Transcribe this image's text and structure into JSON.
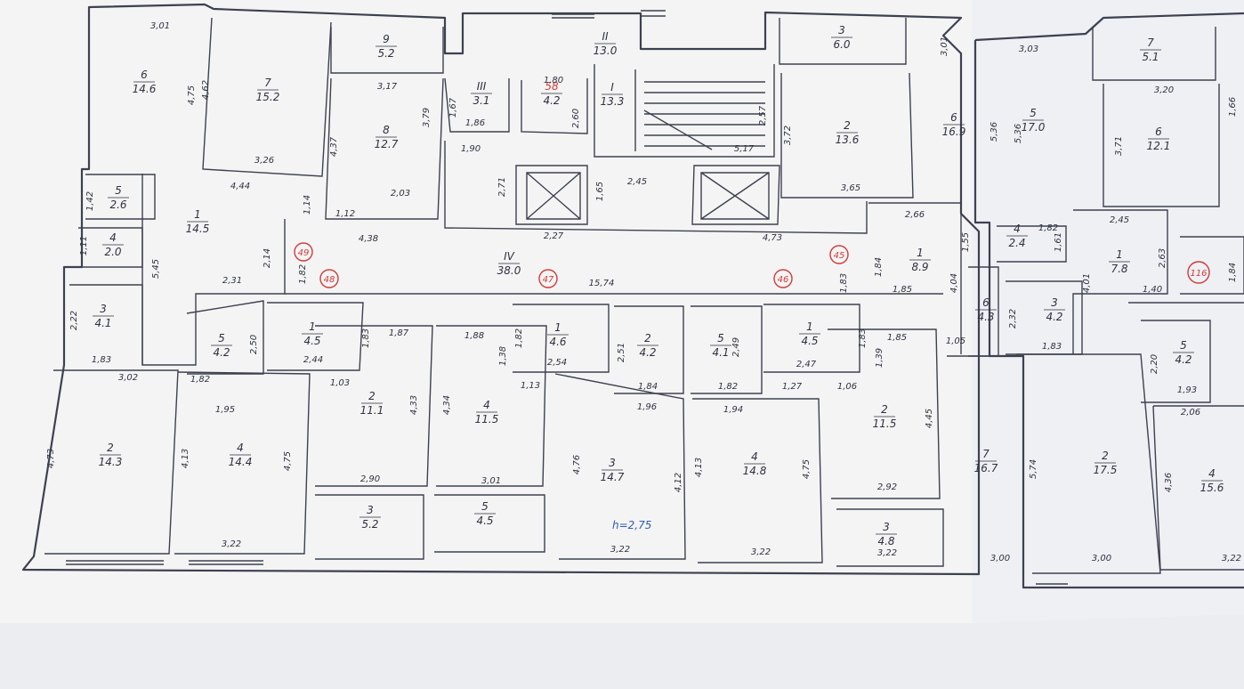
{
  "rooms": [
    {
      "no": "6",
      "area": "14.6"
    },
    {
      "no": "7",
      "area": "15.2"
    },
    {
      "no": "9",
      "area": "5.2"
    },
    {
      "no": "8",
      "area": "12.7"
    },
    {
      "no": "III",
      "area": "3.1"
    },
    {
      "no": "58",
      "area": "4.2"
    },
    {
      "no": "II",
      "area": "13.0"
    },
    {
      "no": "I",
      "area": "13.3"
    },
    {
      "no": "3",
      "area": "6.0"
    },
    {
      "no": "2",
      "area": "13.6"
    },
    {
      "no": "6",
      "area": "16.9"
    },
    {
      "no": "5",
      "area": "2.6"
    },
    {
      "no": "4",
      "area": "2.0"
    },
    {
      "no": "1",
      "area": "14.5"
    },
    {
      "no": "IV",
      "area": "38.0"
    },
    {
      "no": "1",
      "area": "8.9"
    },
    {
      "no": "3",
      "area": "4.1"
    },
    {
      "no": "5",
      "area": "4.2"
    },
    {
      "no": "1",
      "area": "4.5"
    },
    {
      "no": "1",
      "area": "4.6"
    },
    {
      "no": "2",
      "area": "4.2"
    },
    {
      "no": "5",
      "area": "4.1"
    },
    {
      "no": "1",
      "area": "4.5"
    },
    {
      "no": "6",
      "area": "4.3"
    },
    {
      "no": "2",
      "area": "14.3"
    },
    {
      "no": "4",
      "area": "14.4"
    },
    {
      "no": "2",
      "area": "11.1"
    },
    {
      "no": "4",
      "area": "11.5"
    },
    {
      "no": "3",
      "area": "14.7"
    },
    {
      "no": "4",
      "area": "14.8"
    },
    {
      "no": "2",
      "area": "11.5"
    },
    {
      "no": "7",
      "area": "16.7"
    },
    {
      "no": "3",
      "area": "5.2"
    },
    {
      "no": "5",
      "area": "4.5"
    },
    {
      "no": "3",
      "area": "4.8"
    },
    {
      "no": "5",
      "area": "17.0"
    },
    {
      "no": "7",
      "area": "5.1"
    },
    {
      "no": "6",
      "area": "12.1"
    },
    {
      "no": "4",
      "area": "2.4"
    },
    {
      "no": "1",
      "area": "7.8"
    },
    {
      "no": "3",
      "area": "4.2"
    },
    {
      "no": "5",
      "area": "4.2"
    },
    {
      "no": "2",
      "area": "17.5"
    },
    {
      "no": "4",
      "area": "15.6"
    }
  ],
  "dimensions": [
    "3,01",
    "4,75",
    "4,62",
    "3,26",
    "3,17",
    "3,79",
    "4,37",
    "2,03",
    "1,12",
    "1,80",
    "1,86",
    "1,67",
    "1,90",
    "2,60",
    "2,57",
    "5,17",
    "3,72",
    "3,65",
    "4,44",
    "1,14",
    "1,42",
    "1,11",
    "5,45",
    "2,14",
    "4,38",
    "2,71",
    "2,45",
    "1,65",
    "2,27",
    "4,73",
    "2,66",
    "1,82",
    "2,31",
    "15,74",
    "1,83",
    "1,84",
    "1,85",
    "4,04",
    "2,22",
    "1,83",
    "2,50",
    "1,82",
    "2,44",
    "1,83",
    "1,87",
    "1,88",
    "1,38",
    "1,82",
    "2,54",
    "2,51",
    "1,84",
    "2,49",
    "1,82",
    "2,47",
    "1,83",
    "1,39",
    "1,85",
    "1,05",
    "3,02",
    "1,95",
    "1,03",
    "4,33",
    "4,34",
    "1,13",
    "1,96",
    "1,94",
    "1,27",
    "1,06",
    "4,45",
    "4,73",
    "4,13",
    "4,75",
    "2,90",
    "3,01",
    "4,76",
    "4,12",
    "4,13",
    "4,75",
    "2,92",
    "3,22",
    "3,22",
    "3,22",
    "3,22",
    "3,00",
    "3,03",
    "5,36",
    "3,20",
    "3,71",
    "1,82",
    "1,61",
    "2,45",
    "2,63",
    "4,01",
    "1,40",
    "2,32",
    "1,83",
    "2,20",
    "1,93",
    "2,06",
    "5,74",
    "3,00",
    "4,36",
    "3,22",
    "1,84",
    "1,66",
    "5,36",
    "3,01",
    "1,55"
  ],
  "apartment_marks": [
    "49",
    "48",
    "47",
    "46",
    "45",
    "116"
  ],
  "height_note": "h=2,75",
  "colors": {
    "walls": "#3d4150",
    "marks": "#d23a3a",
    "note": "#2f5bb5",
    "paper": "#f4f4f4"
  }
}
